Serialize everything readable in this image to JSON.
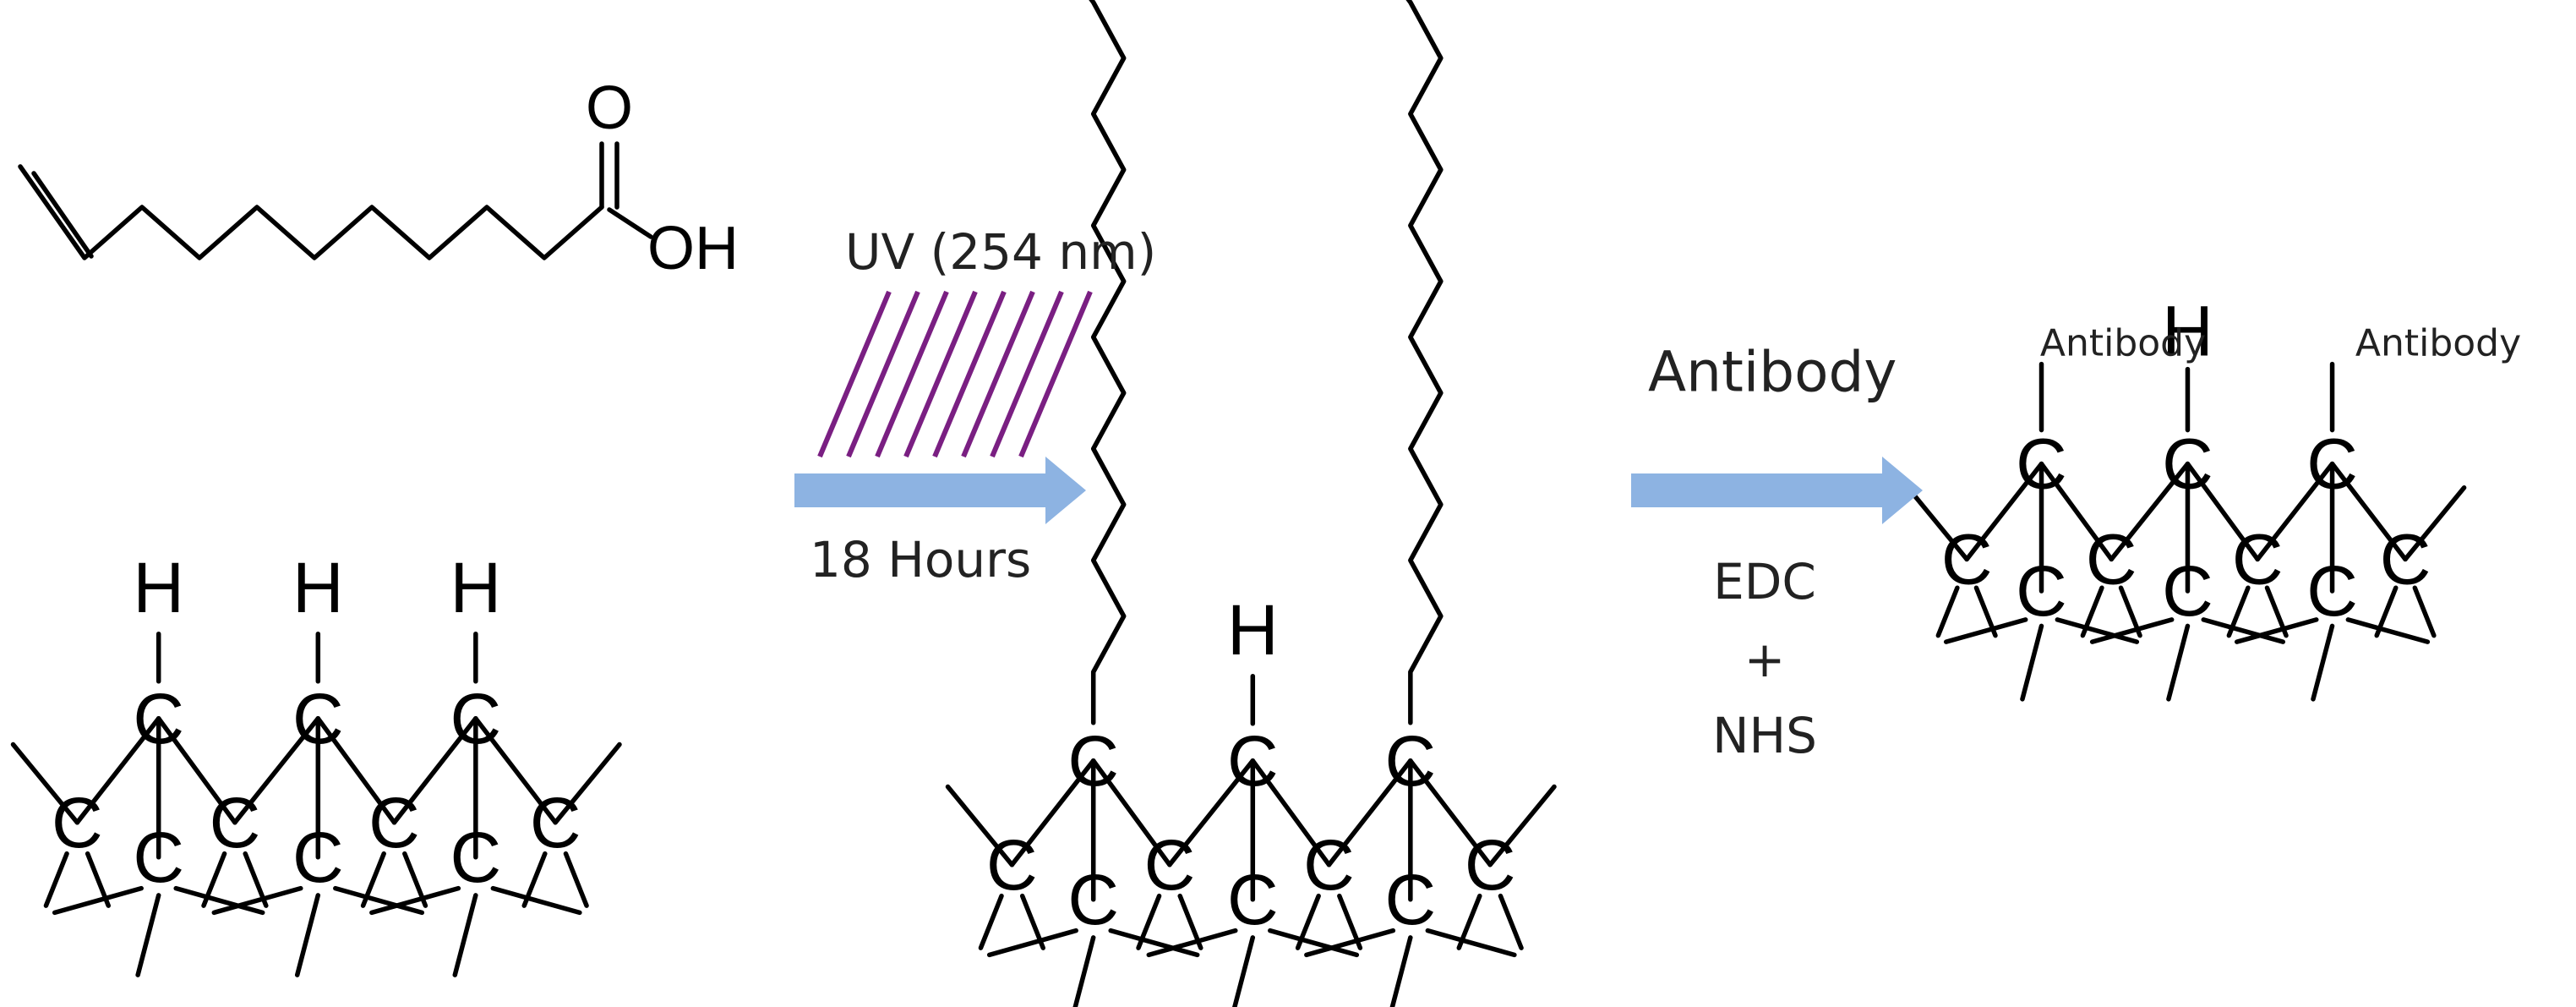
{
  "colors": {
    "arrow_fill": "#8db3e2",
    "uv_lines": "#7a1f82",
    "bonds": "#000000"
  },
  "reactant": {
    "oxygen": "O",
    "hydroxyl": "OH"
  },
  "surface": {
    "carbon": "C",
    "hydrogen": "H"
  },
  "step1": {
    "uv_label": "UV (254 nm)",
    "time_label": "18 Hours"
  },
  "step2": {
    "reagent_label": "Antibody",
    "edc_label": "EDC",
    "plus_label": "+",
    "nhs_label": "NHS"
  },
  "product": {
    "antibody_label": "Antibody"
  }
}
